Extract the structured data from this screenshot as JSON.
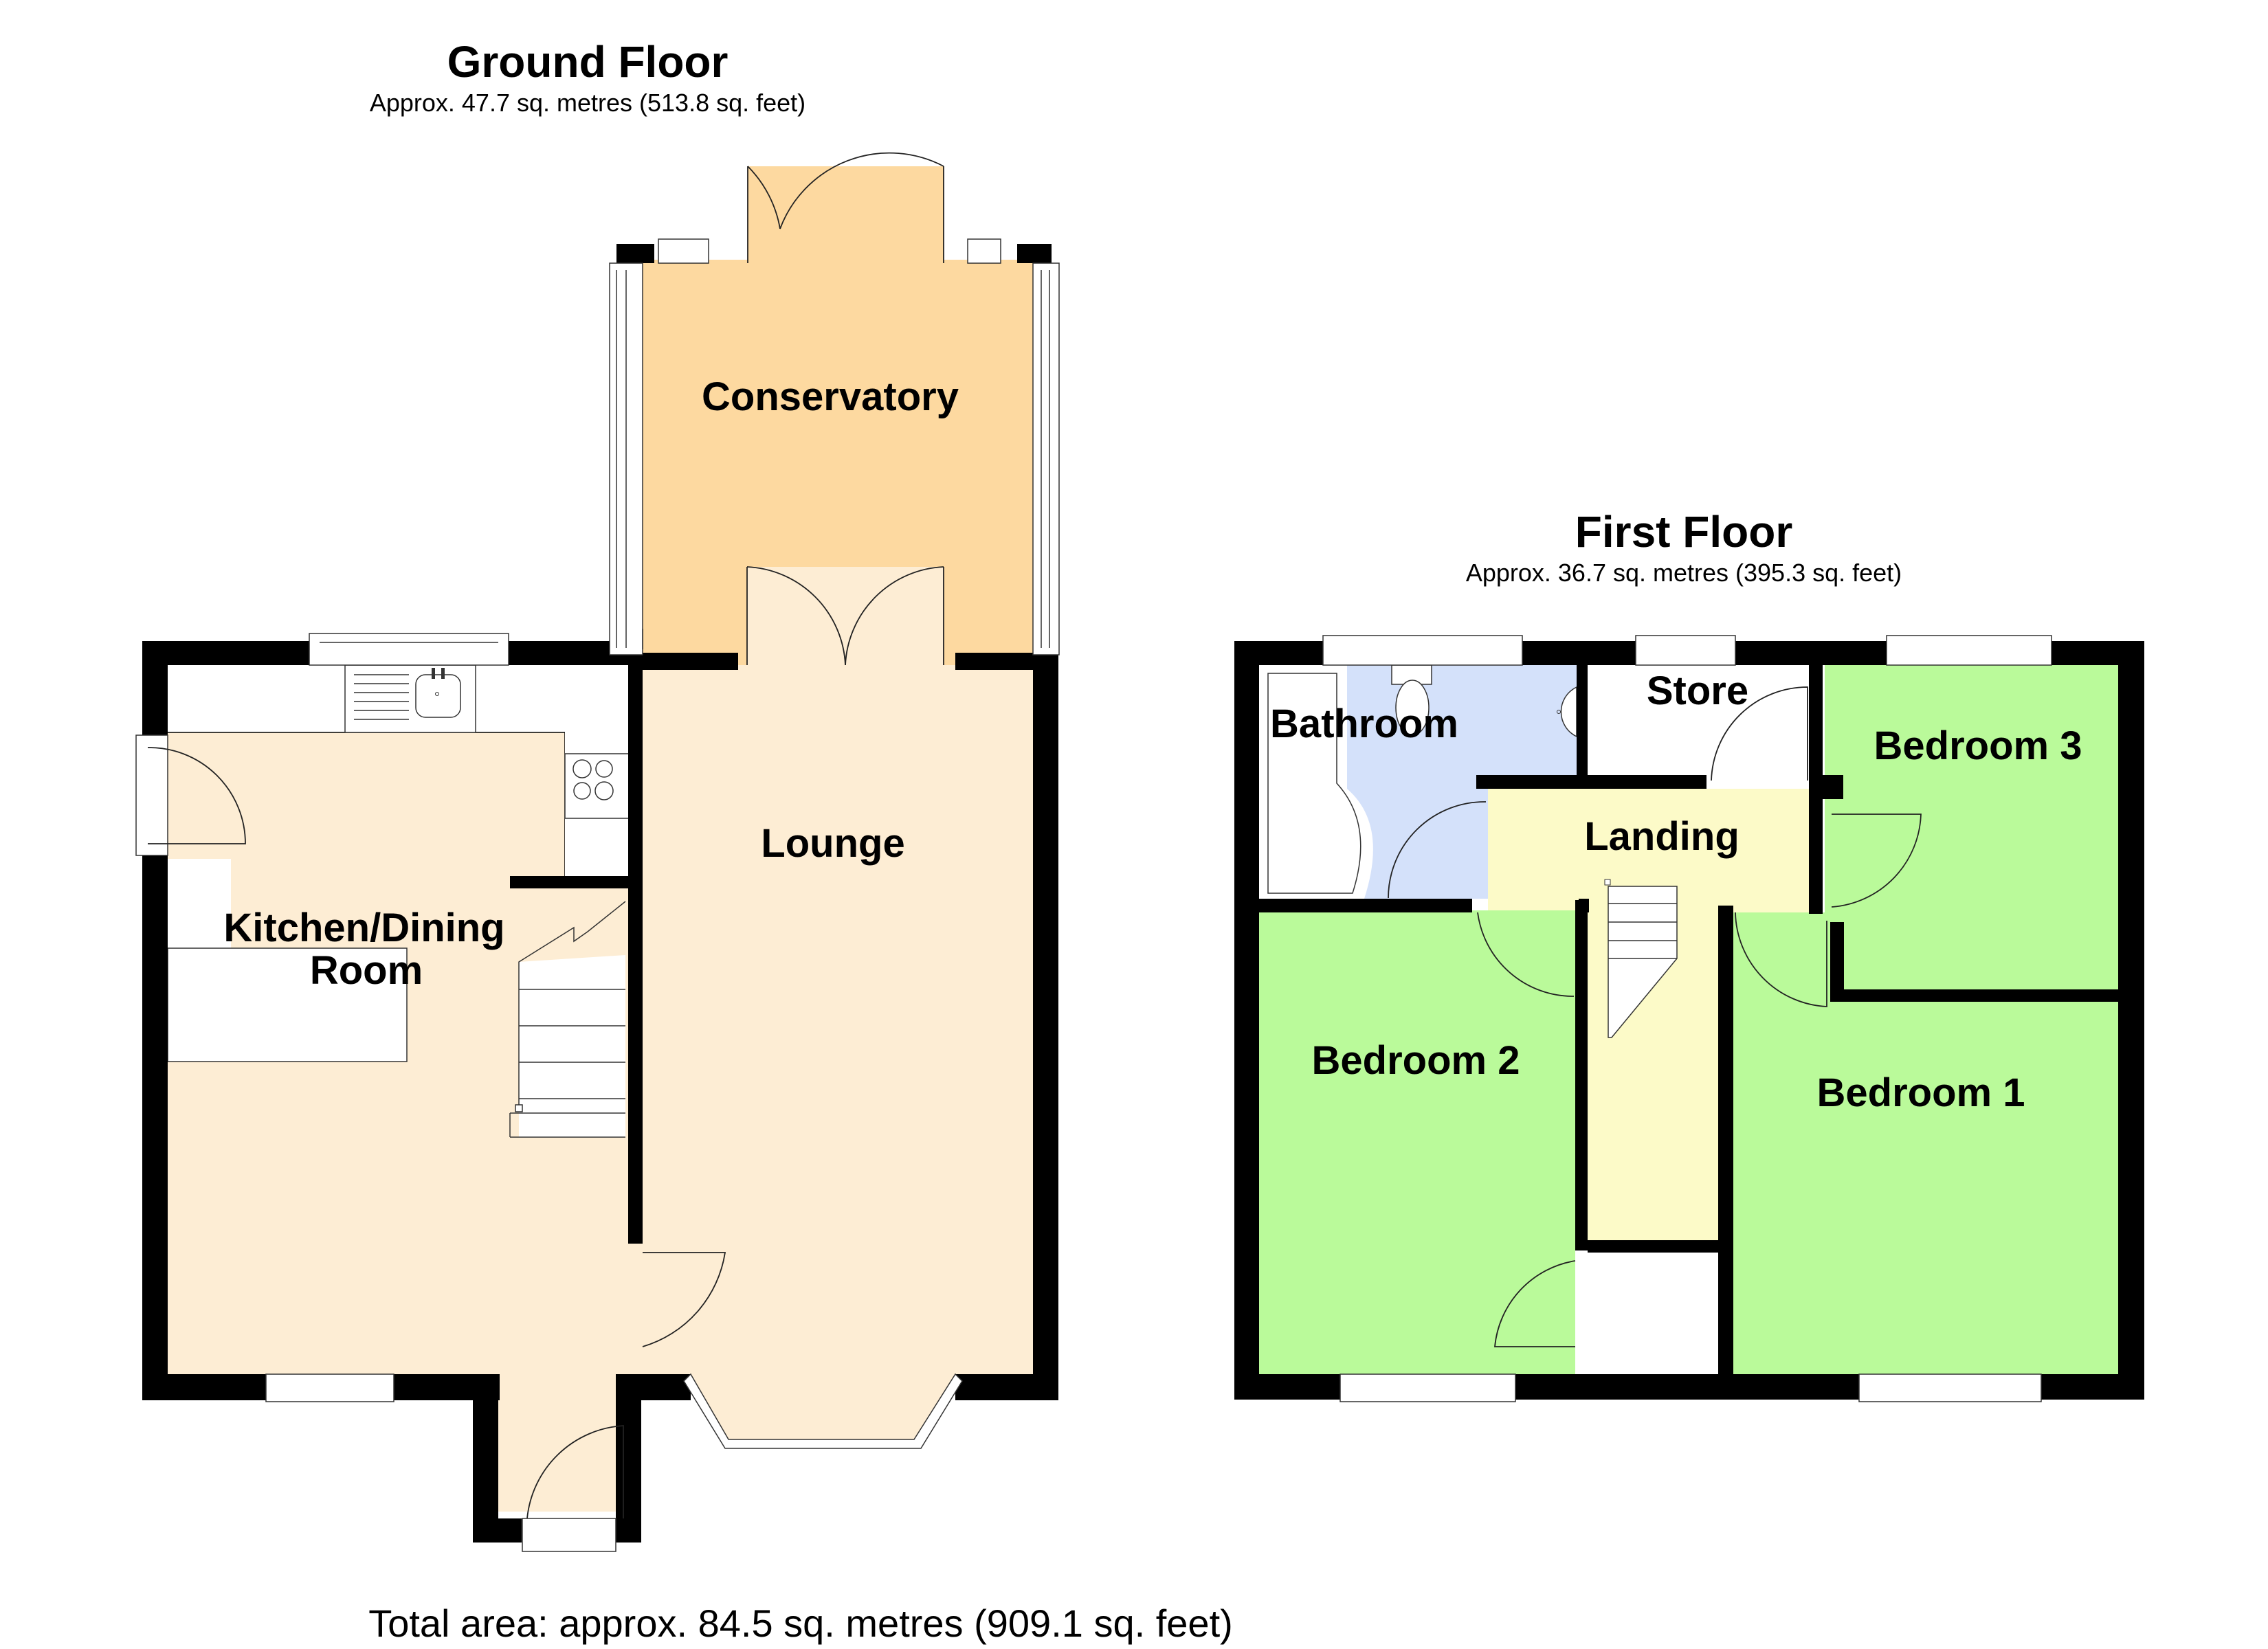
{
  "ground_floor": {
    "title": "Ground Floor",
    "area": "Approx. 47.7 sq. metres (513.8 sq. feet)",
    "rooms": {
      "conservatory": "Conservatory",
      "lounge": "Lounge",
      "kitchen_line1": "Kitchen/Dining",
      "kitchen_line2": "Room"
    }
  },
  "first_floor": {
    "title": "First Floor",
    "area": "Approx. 36.7 sq. metres (395.3 sq. feet)",
    "rooms": {
      "bathroom": "Bathroom",
      "store": "Store",
      "landing": "Landing",
      "bedroom1": "Bedroom 1",
      "bedroom2": "Bedroom 2",
      "bedroom3": "Bedroom 3"
    }
  },
  "total_area": "Total area: approx. 84.5 sq. metres (909.1 sq. feet)",
  "colors": {
    "wall": "#000000",
    "conservatory": "#FDD9A0",
    "lounge_kitchen": "#FDEDD4",
    "bathroom": "#D4E1FA",
    "landing": "#FCFAC8",
    "bedroom": "#BAFA9A",
    "fixture": "#FFFFFF"
  }
}
